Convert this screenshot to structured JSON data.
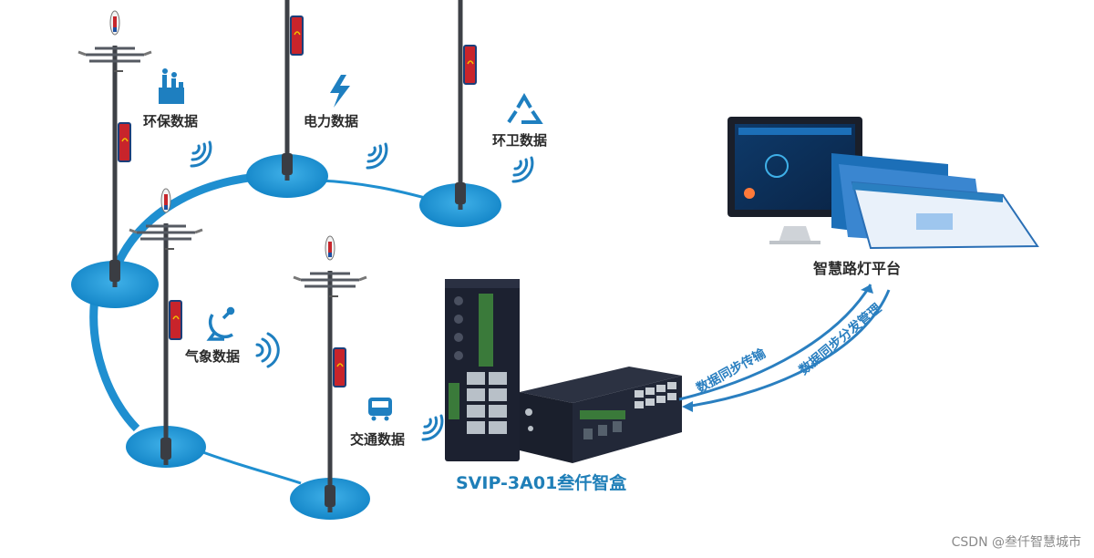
{
  "labels": {
    "environment": "环保数据",
    "power": "电力数据",
    "sanitation": "环卫数据",
    "weather": "气象数据",
    "traffic": "交通数据"
  },
  "device": {
    "name": "SVIP-3A01叁仟智盒"
  },
  "platform": {
    "name": "智慧路灯平台"
  },
  "arrows": {
    "upload": "数据同步传输",
    "download": "数据同步分发管理"
  },
  "watermark": "CSDN @叁仟智慧城市",
  "icons": [
    "factory-icon",
    "lightning-icon",
    "recycle-icon",
    "satellite-dish-icon",
    "bus-icon",
    "wifi-signal-icon"
  ],
  "colors": {
    "accent": "#1f8fd0",
    "text": "#2b2b2b",
    "arrow": "#2a7fc0"
  }
}
